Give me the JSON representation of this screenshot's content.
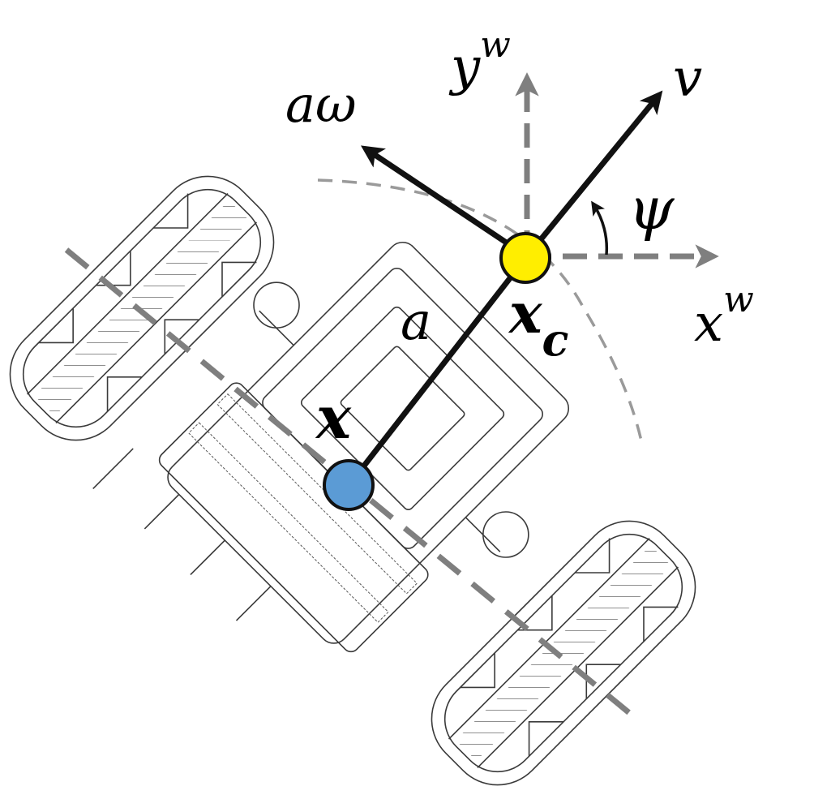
{
  "labels": {
    "y_world": "y",
    "y_world_sup": "w",
    "x_world": "x",
    "x_world_sup": "w",
    "velocity": "v",
    "lateral": "aω",
    "heading": "ψ",
    "offset": "a",
    "center_point": "x",
    "center_point_sub": "c",
    "robot_point": "x"
  },
  "colors": {
    "control_point": "#ffee00",
    "robot_point": "#5b9bd5",
    "axis_gray": "#7f7f7f",
    "vector_black": "#111111"
  },
  "icons": {
    "robot": "two-wheeled-robot-sketch"
  }
}
